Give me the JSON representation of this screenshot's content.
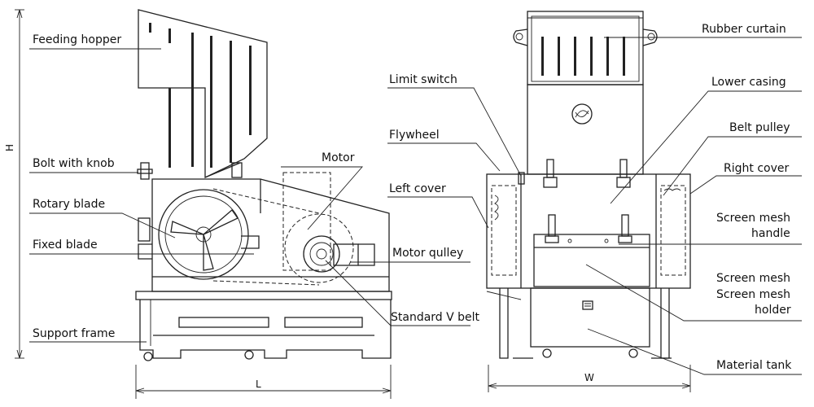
{
  "labels": {
    "feeding_hopper": "Feeding hopper",
    "bolt_with_knob": "Bolt with knob",
    "rotary_blade": "Rotary blade",
    "fixed_blade": "Fixed blade",
    "support_frame": "Support frame",
    "motor": "Motor",
    "motor_pulley": "Motor qulley",
    "standard_v_belt": "Standard V belt",
    "limit_switch": "Limit switch",
    "flywheel": "Flywheel",
    "left_cover": "Left cover",
    "rubber_curtain": "Rubber curtain",
    "lower_casing": "Lower casing",
    "belt_pulley": "Belt pulley",
    "right_cover": "Right cover",
    "screen_mesh_handle_1": "Screen mesh",
    "screen_mesh_handle_2": "handle",
    "screen_mesh": "Screen mesh",
    "screen_mesh_holder_1": "Screen mesh",
    "screen_mesh_holder_2": "holder",
    "material_tank": "Material tank"
  },
  "dimensions": {
    "height": "H",
    "length": "L",
    "width": "W"
  }
}
